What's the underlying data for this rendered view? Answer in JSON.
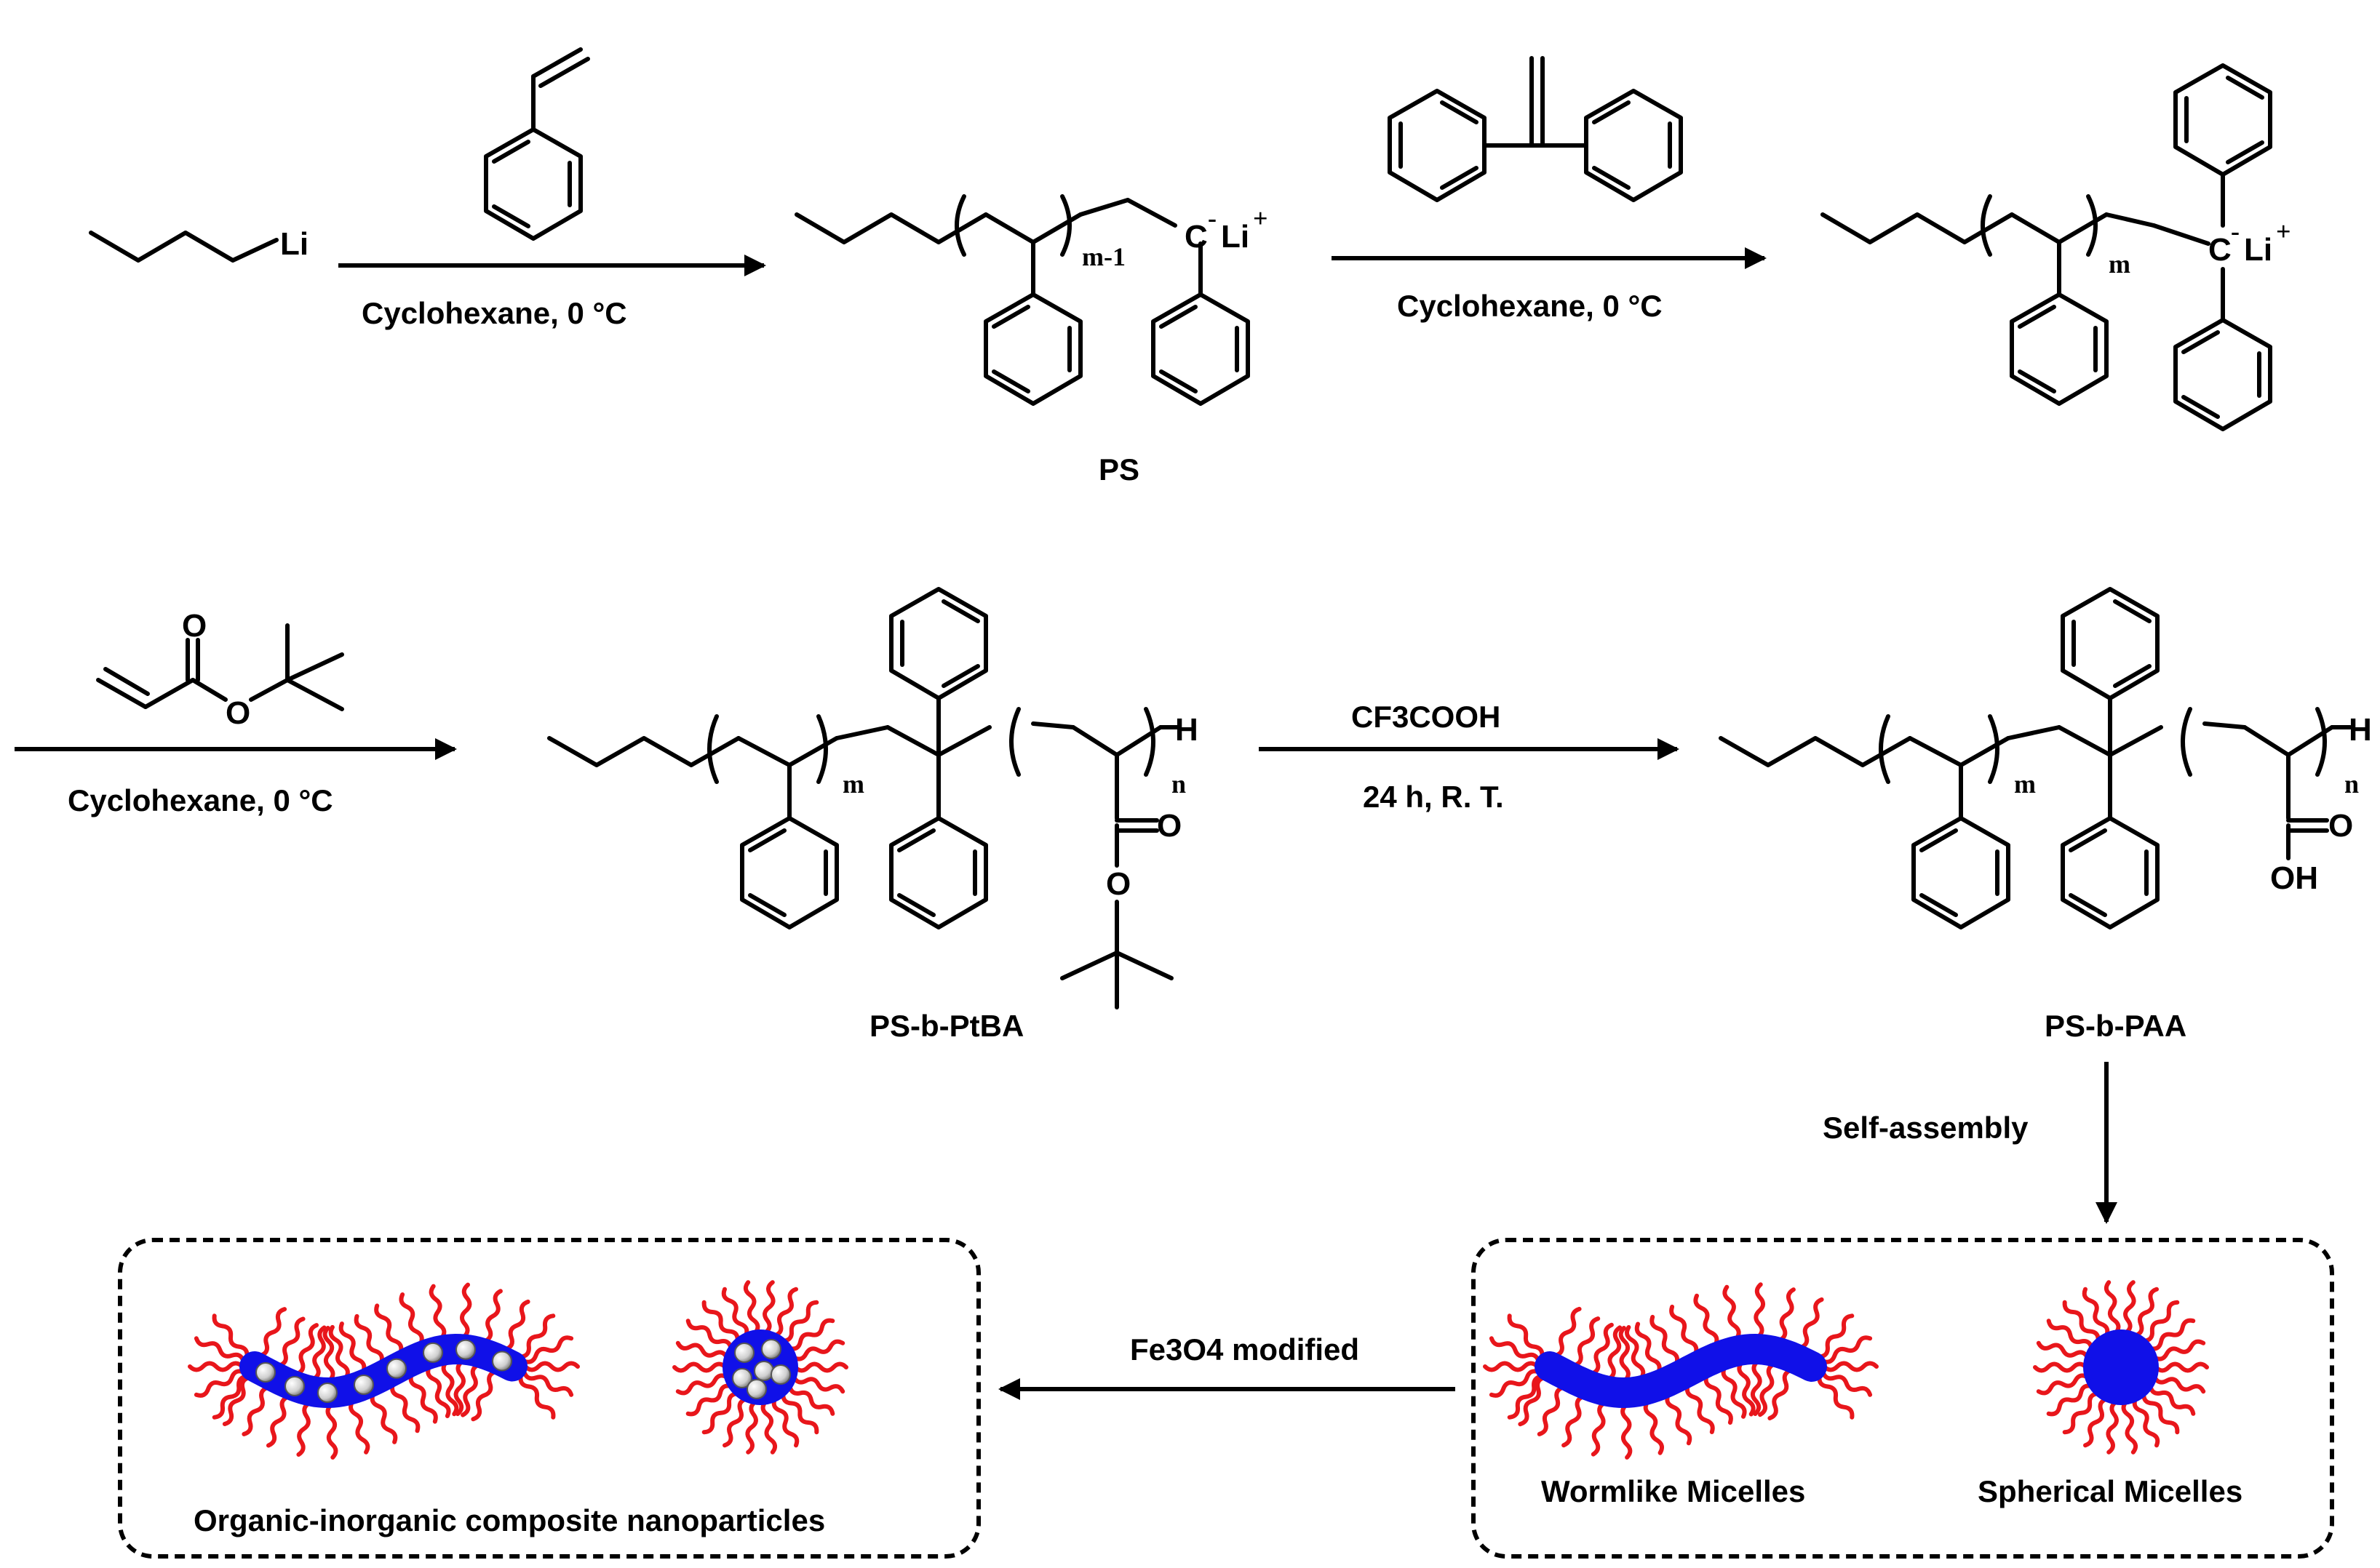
{
  "reagents": {
    "butyllithium": "Li",
    "step1_conditions": "Cyclohexane, 0 °C",
    "step2_conditions": "Cyclohexane, 0 °C",
    "step3_conditions": "Cyclohexane, 0 °C",
    "step4_reagent": "CF3COOH",
    "step4_conditions": "24 h, R. T.",
    "self_assembly": "Self-assembly",
    "fe3o4": "Fe3O4 modified"
  },
  "compounds": {
    "ps": "PS",
    "ps_b_ptba": "PS-b-PtBA",
    "ps_b_paa": "PS-b-PAA"
  },
  "atoms": {
    "carbanion": "C",
    "li_plus": "Li",
    "h": "H",
    "o": "O",
    "oh": "OH"
  },
  "subscripts": {
    "m_minus_1": "m-1",
    "m": "m",
    "n": "n"
  },
  "micelles": {
    "wormlike": "Wormlike Micelles",
    "spherical": "Spherical Micelles",
    "composite": "Organic-inorganic composite nanoparticles"
  },
  "colors": {
    "core": "#1010e8",
    "corona": "#e8161b",
    "particle": "#d8d8d8"
  }
}
